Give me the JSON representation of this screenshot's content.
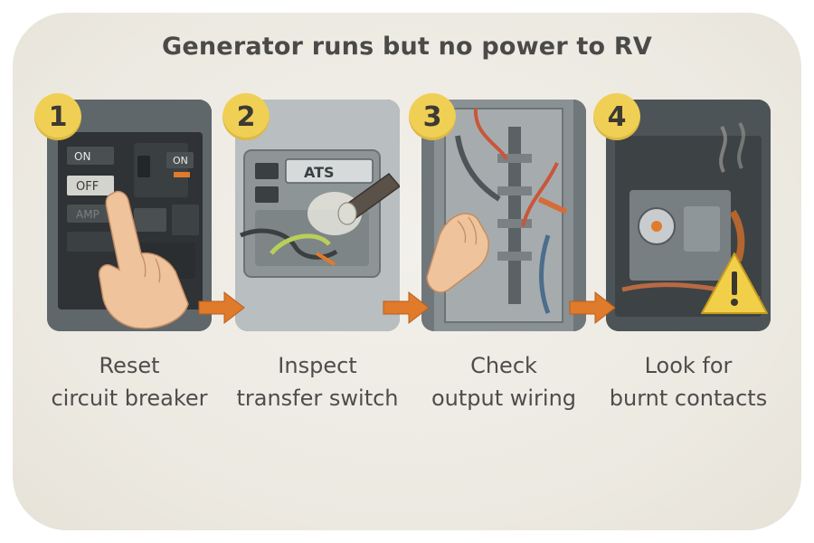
{
  "title": "Generator runs but no power to RV",
  "steps": [
    {
      "number": "1",
      "caption_line1": "Reset",
      "caption_line2": "circuit breaker",
      "labels": {
        "on": "ON",
        "off": "OFF",
        "amp": "AMP",
        "on_right": "ON"
      },
      "icon": "hand-pressing-breaker-icon"
    },
    {
      "number": "2",
      "caption_line1": "Inspect",
      "caption_line2": "transfer switch",
      "labels": {
        "ats": "ATS"
      },
      "icon": "flashlight-icon"
    },
    {
      "number": "3",
      "caption_line1": "Check",
      "caption_line2": "output wiring",
      "icon": "hand-holding-wire-icon"
    },
    {
      "number": "4",
      "caption_line1": "Look for",
      "caption_line2": "burnt contacts",
      "icon": "warning-triangle-icon"
    }
  ],
  "colors": {
    "badge": "#f0cf55",
    "arrow": "#e07b2c",
    "warning": "#f2cf48",
    "background": "#ece9e1",
    "text": "#4a4a48"
  }
}
